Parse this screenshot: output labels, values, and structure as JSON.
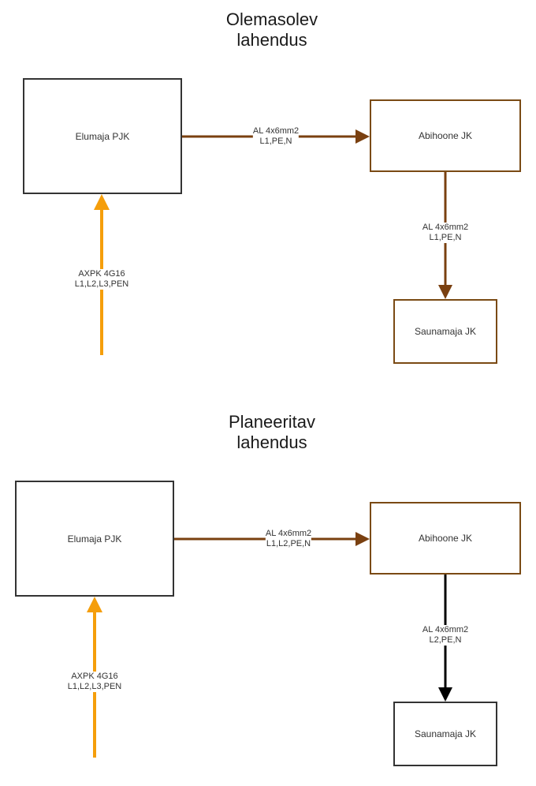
{
  "colors": {
    "brown": "#7a4010",
    "orange": "#f59e0b",
    "black": "#000000",
    "dark_border": "#333333"
  },
  "sections": [
    {
      "title": [
        "Olemasolev",
        "lahendus"
      ],
      "nodes": {
        "main": "Elumaja PJK",
        "aux": "Abihoone JK",
        "sauna": "Saunamaja JK"
      },
      "edges": {
        "feed": [
          "AXPK 4G16",
          "L1,L2,L3,PEN"
        ],
        "main_to_aux": [
          "AL 4x6mm2",
          "L1,PE,N"
        ],
        "aux_to_sauna": [
          "AL 4x6mm2",
          "L1,PE,N"
        ]
      }
    },
    {
      "title": [
        "Planeeritav",
        "lahendus"
      ],
      "nodes": {
        "main": "Elumaja PJK",
        "aux": "Abihoone JK",
        "sauna": "Saunamaja JK"
      },
      "edges": {
        "feed": [
          "AXPK 4G16",
          "L1,L2,L3,PEN"
        ],
        "main_to_aux": [
          "AL 4x6mm2",
          "L1,L2,PE,N"
        ],
        "aux_to_sauna": [
          "AL 4x6mm2",
          "L2,PE,N"
        ]
      }
    }
  ]
}
